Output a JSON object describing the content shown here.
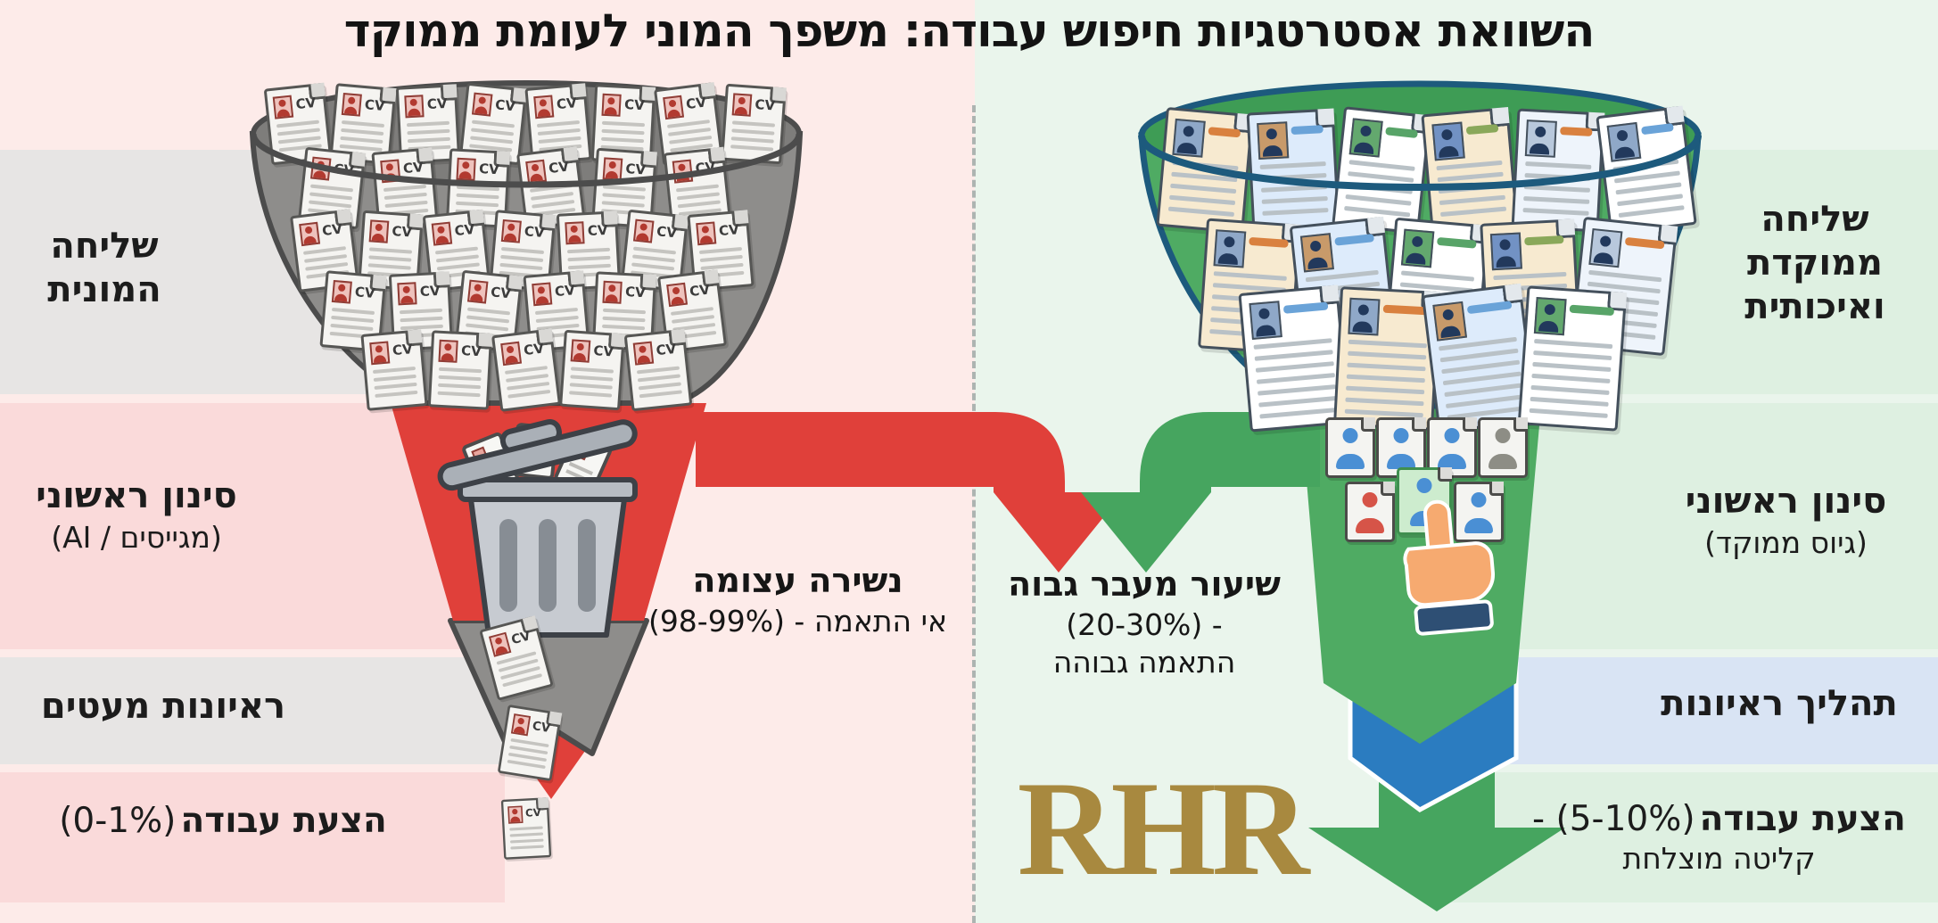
{
  "title": "השוואת אסטרטגיות חיפוש עבודה: משפך המוני לעומת ממוקד",
  "logo_text": "RHR",
  "left_panel": {
    "theme": "mass-application (red / gray)",
    "stages": [
      {
        "title": "שליחה\nהמונית"
      },
      {
        "title": "סינון ראשוני",
        "subtitle": "(מגייסים / AI)"
      },
      {
        "title": "ראיונות מעטים"
      },
      {
        "title": "הצעת עבודה",
        "percent": "(0-1%)"
      }
    ],
    "callout": {
      "title": "נשירה עצומה",
      "line2": "אי התאמה - (98-99%)"
    },
    "doc_label": "CV",
    "funnel_doc_rows": [
      8,
      6,
      7,
      6,
      5
    ],
    "falling_docs": 3,
    "trash_papers": 3
  },
  "right_panel": {
    "theme": "focused-application (green / blue)",
    "stages": [
      {
        "title": "שליחה\nממוקדת\nואיכותית"
      },
      {
        "title": "סינון ראשוני",
        "subtitle": "(גיוס ממוקד)"
      },
      {
        "title": "תהליך ראיונות"
      },
      {
        "title": "הצעת עבודה",
        "percent": "(5-10%) -",
        "subtitle": "קליטה מוצלחת"
      }
    ],
    "callout": {
      "title": "שיעור מעבר גבוה",
      "line2": "- (20-30%)",
      "line3": "התאמה גבוהה"
    },
    "funnel_doc_rows": [
      6,
      5,
      4
    ],
    "doc_palette": {
      "pages": [
        "#f7ead0",
        "#ddebfb",
        "#ffffff",
        "#f7ead0",
        "#eef4fb",
        "#ffffff"
      ],
      "photos": [
        "#8fa8c8",
        "#c89a6a",
        "#63a86e",
        "#7292c4",
        "#b8c8dc",
        "#8fa8c8"
      ],
      "accents": [
        "#d9813f",
        "#6aa3d8",
        "#58a468",
        "#8aa85a",
        "#d9813f",
        "#6aa3d8"
      ]
    },
    "shortlist": {
      "row1_profiles": [
        "blue",
        "blue",
        "blue",
        "gray"
      ],
      "row2_profiles": [
        "red",
        "selected",
        "blue"
      ]
    }
  },
  "colors": {
    "left_bg": "#fdebe9",
    "right_bg": "#eaf5ec",
    "band_gray": "#e7e5e4",
    "band_pink": "#fadada",
    "band_green": "#def0e1",
    "band_blue": "#d9e4f4",
    "funnel_gray": "#8e8d8b",
    "reject_red": "#e0403a",
    "funnel_green": "#4fab63",
    "funnel_rim_teal": "#1d5a7d",
    "interview_blue": "#2b7cc0",
    "arrow_green": "#46a55f",
    "logo_gold": "#a8893f",
    "profile_blue": "#4a8fd4",
    "profile_gray": "#8d8d85",
    "profile_red": "#d65448"
  }
}
